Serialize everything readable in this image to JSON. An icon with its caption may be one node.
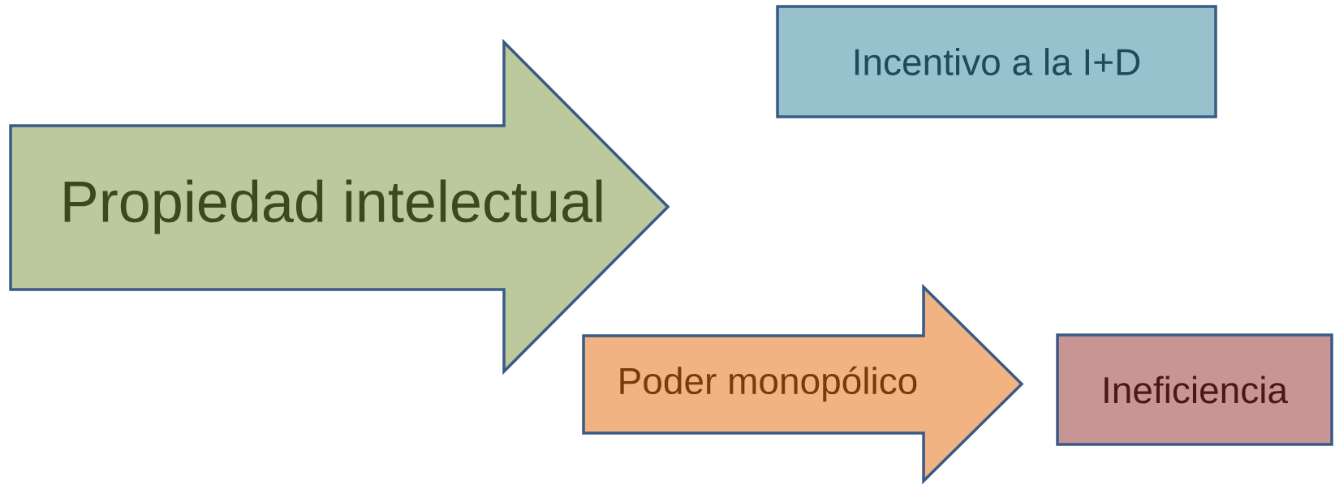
{
  "diagram": {
    "nodes": [
      {
        "text": [
          "Propiedad intelectual"
        ]
      },
      {
        "text": [
          "Incentivo a la I+D"
        ]
      },
      {
        "text": [
          "Poder monopólico"
        ]
      },
      {
        "text": [
          "Ineficiencia"
        ]
      }
    ]
  }
}
